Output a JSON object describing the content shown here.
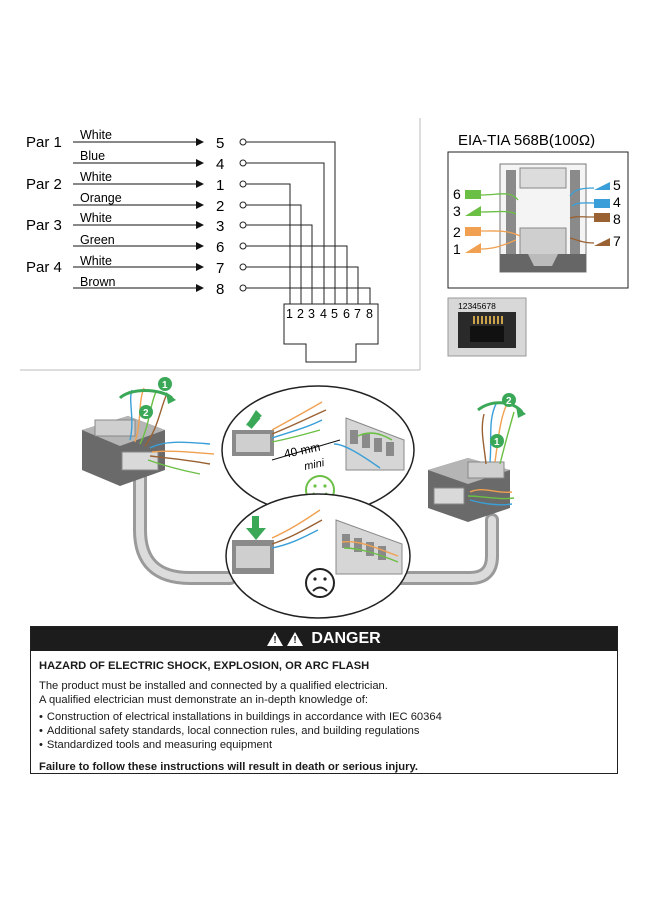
{
  "pairs": [
    {
      "label": "Par 1",
      "wires": [
        {
          "color": "White",
          "pin": "5"
        },
        {
          "color": "Blue",
          "pin": "4"
        }
      ]
    },
    {
      "label": "Par 2",
      "wires": [
        {
          "color": "White",
          "pin": "1"
        },
        {
          "color": "Orange",
          "pin": "2"
        }
      ]
    },
    {
      "label": "Par 3",
      "wires": [
        {
          "color": "White",
          "pin": "3"
        },
        {
          "color": "Green",
          "pin": "6"
        }
      ]
    },
    {
      "label": "Par 4",
      "wires": [
        {
          "color": "White",
          "pin": "7"
        },
        {
          "color": "Brown",
          "pin": "8"
        }
      ]
    }
  ],
  "jack_pins": [
    "1",
    "2",
    "3",
    "4",
    "5",
    "6",
    "7",
    "8"
  ],
  "standard_title": "EIA-TIA 568B(100Ω)",
  "module_left_labels": [
    "6",
    "3",
    "2",
    "1"
  ],
  "module_right_labels": [
    "5",
    "4",
    "8",
    "7"
  ],
  "plug_pin_label": "12345678",
  "steps": [
    "1",
    "2"
  ],
  "strip_length": "40 mm",
  "strip_note": "mini",
  "wire_colors": {
    "blue": "#3a9fd8",
    "orange": "#f0a050",
    "green": "#6bbf45",
    "brown": "#9a6132",
    "step_green": "#3aa857"
  },
  "icons": [
    "smiley-face-icon",
    "sad-face-icon",
    "warning-triangle-icon"
  ],
  "danger": {
    "title": "DANGER",
    "hazard": "HAZARD OF ELECTRIC SHOCK, EXPLOSION, OR ARC FLASH",
    "line1": "The product must be installed and connected by a qualified electrician.",
    "line2": "A qualified electrician must demonstrate an in-depth knowledge of:",
    "bullets": [
      "Construction of electrical installations in buildings in accordance with IEC 60364",
      "Additional safety standards, local connection rules, and building regulations",
      "Standardized tools and measuring equipment"
    ],
    "failure": "Failure to follow these instructions will result in death or serious injury."
  }
}
